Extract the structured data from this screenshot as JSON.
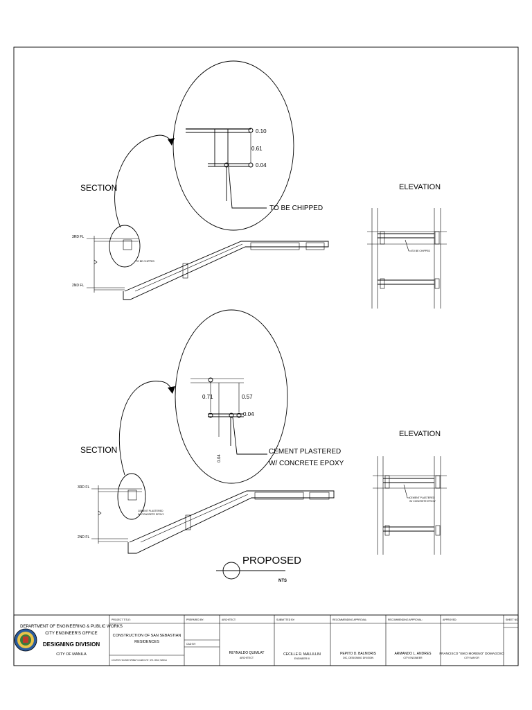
{
  "top_section": {
    "section_label": "SECTION",
    "elevation_label": "ELEVATION",
    "dim_top": "0.10",
    "dim_mid": "0.61",
    "dim_bot": "0.04",
    "callout": "TO BE CHIPPED",
    "small_callout": "TO BE CHIPPED",
    "elev_callout": "TO BE CHIPPED",
    "floor_upper": "3RD FL",
    "floor_lower": "2ND FL"
  },
  "bottom_section": {
    "section_label": "SECTION",
    "elevation_label": "ELEVATION",
    "dim_left": "0.71",
    "dim_right": "0.57",
    "dim_bot": "0.04",
    "dim_vertical": "0.04",
    "callout_line1": "CEMENT PLASTERED",
    "callout_line2": "W/ CONCRETE EPOXY",
    "small_callout_line1": "CEMENT PLASTERED",
    "small_callout_line2": "W/ CONCRETE EPOXY",
    "elev_callout_line1": "CEMENT PLASTERED",
    "elev_callout_line2": "W/ CONCRETE EPOXY",
    "floor_upper": "3RD FL",
    "floor_lower": "2ND FL"
  },
  "proposed": {
    "title": "PROPOSED",
    "scale": "NTS"
  },
  "title_block": {
    "office_line1": "DEPARTMENT OF ENGINEERING & PUBLIC WORKS",
    "office_line2": "CITY ENGINEER'S OFFICE",
    "division": "DESIGNING DIVISION",
    "city": "CITY OF MANILA",
    "project_title_label": "PROJECT TITLE:",
    "project_line1": "CONSTRUCTION OF SAN SEBASTIAN",
    "project_line2": "RESIDENCES",
    "location": "LOCATION: SUANDO STREET & GARCIA ST., STA. CRUZ, MANILA",
    "prepared_by_label": "PREPARED BY:",
    "cad_by_label": "CAD BY:",
    "architect_label": "ARCHITECT:",
    "architect_name": "REYNALDO QUIMLAT",
    "architect_title": "ARCHITECT",
    "submitted_label": "SUBMITTED BY:",
    "submitted_name": "CECILLE R. MALLILLIN",
    "submitted_title": "ENGINEER III",
    "rec1_label": "RECOMMENDING APPROVAL:",
    "rec1_name": "PEPITO D. BALMORIS",
    "rec1_title": "OIC, DESIGNING DIVISION",
    "rec2_label": "RECOMMENDING APPROVAL:",
    "rec2_name": "ARMANDO L. ANDRES",
    "rec2_title": "CITY ENGINEER",
    "approved_label": "APPROVED:",
    "approved_name": "FRANCISCO \"ISKO MORENO\" DOMAGOSO",
    "approved_title": "CITY MAYOR",
    "sheet_label": "SHEET NO."
  }
}
